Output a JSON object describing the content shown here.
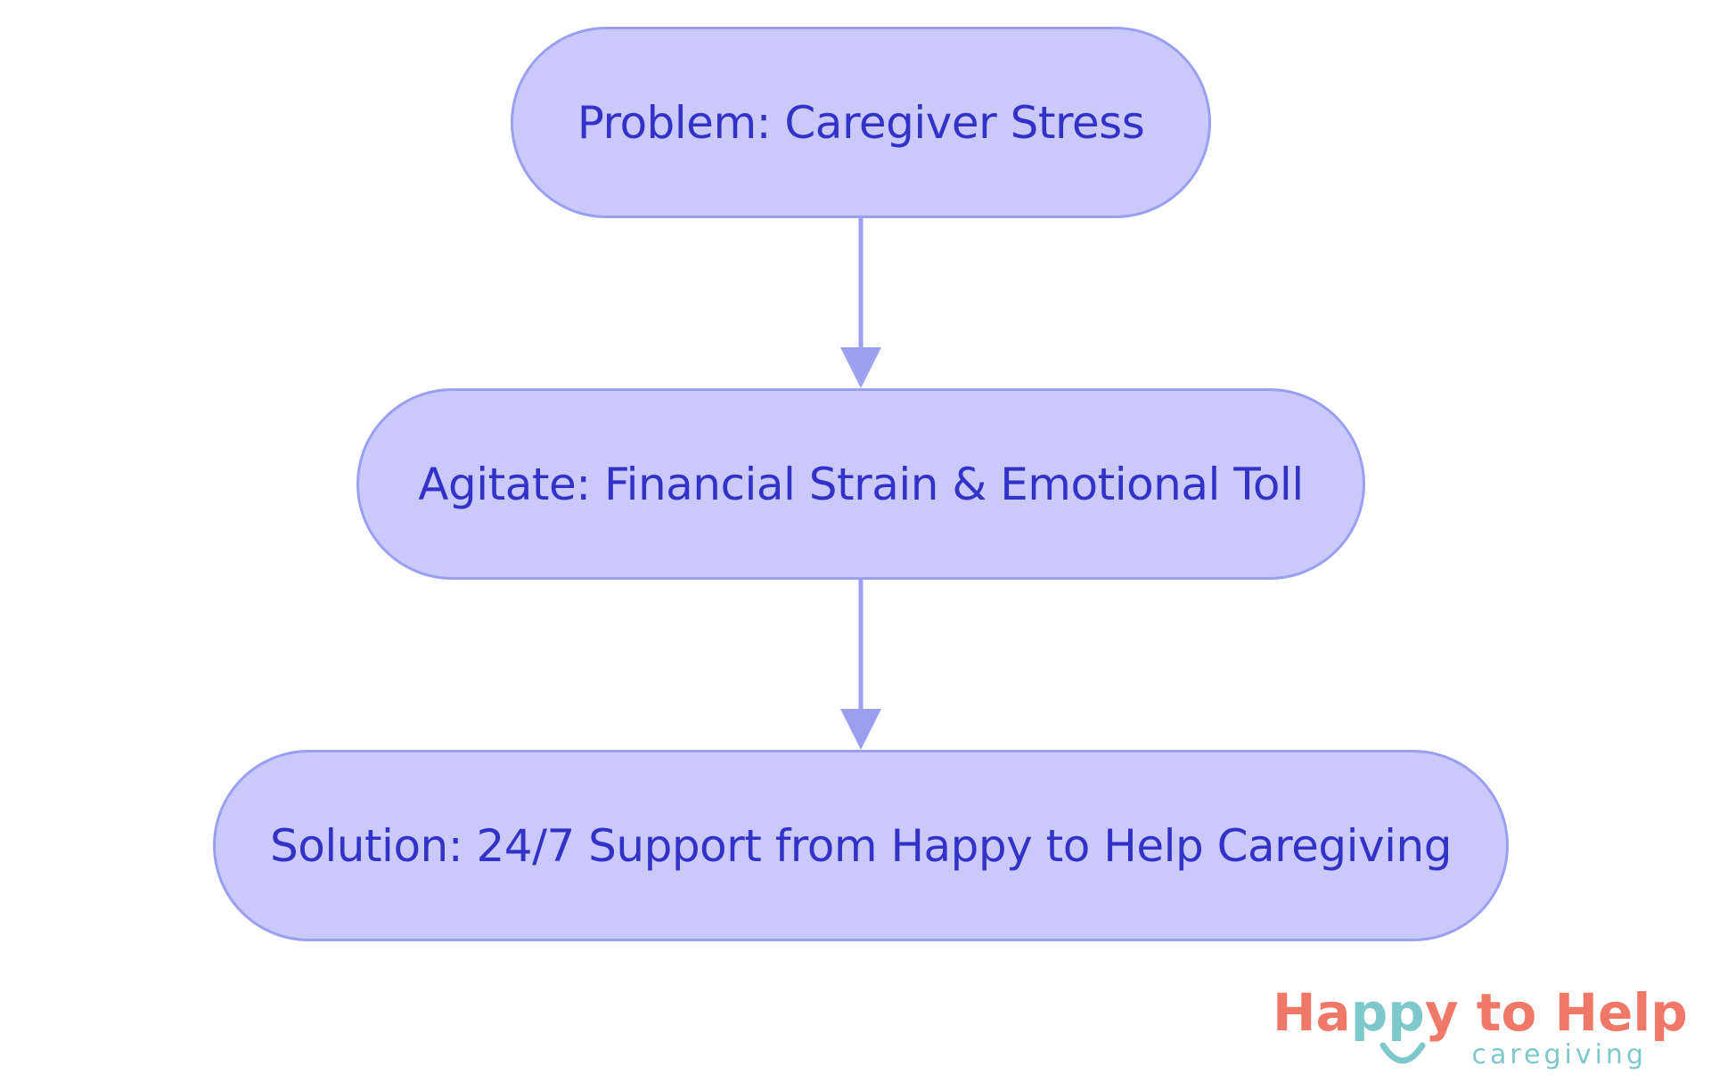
{
  "diagram": {
    "nodes": [
      {
        "id": "problem",
        "label": "Problem: Caregiver Stress"
      },
      {
        "id": "agitate",
        "label": "Agitate: Financial Strain & Emotional Toll"
      },
      {
        "id": "solution",
        "label": "Solution: 24/7 Support from Happy to Help Caregiving"
      }
    ],
    "edges": [
      {
        "from": "problem",
        "to": "agitate"
      },
      {
        "from": "agitate",
        "to": "solution"
      }
    ],
    "colors": {
      "node_fill": "#c9caf9",
      "node_border": "#9b9ff0",
      "node_text": "#3232c8",
      "arrow": "#9b9ff0"
    }
  },
  "logo": {
    "main_part1": "Ha",
    "main_part2": "pp",
    "main_part3": "y to Help",
    "sub": "caregiving",
    "colors": {
      "primary": "#f07868",
      "secondary": "#7ec8cc"
    }
  }
}
